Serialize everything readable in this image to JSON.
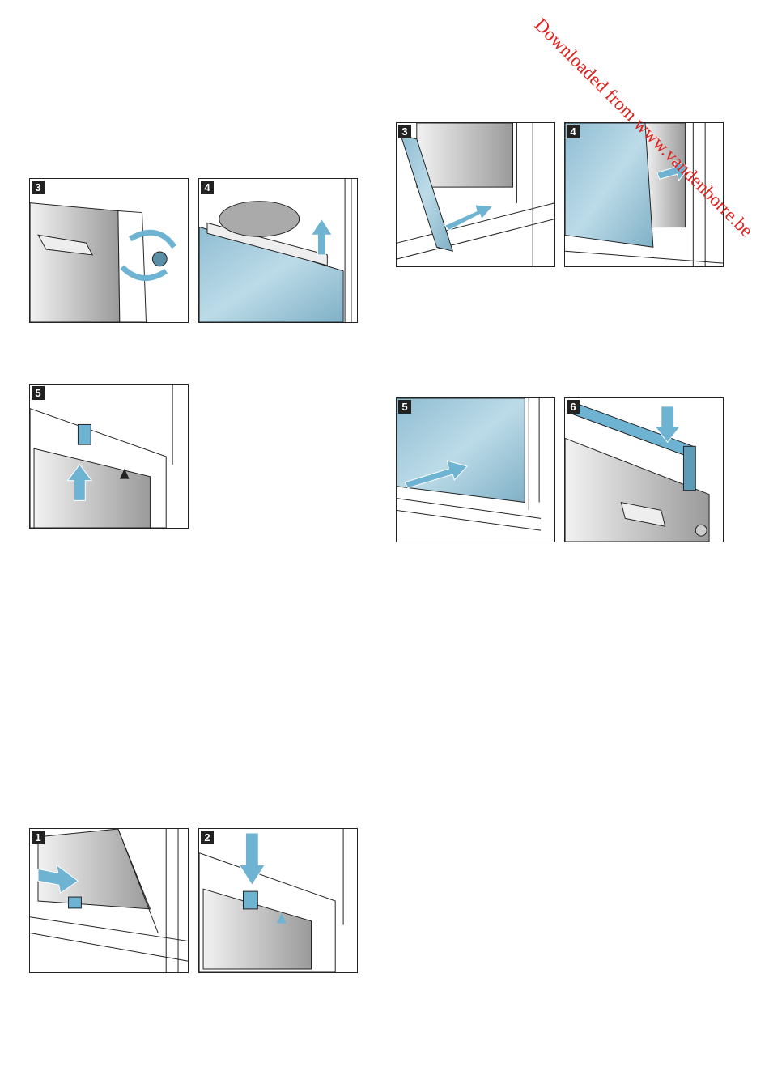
{
  "watermark": "Downloaded from www.vandenborre.be",
  "colors": {
    "accent": "#6fb3d2",
    "glass": "#a9cfe0",
    "watermark": "#e0201b"
  },
  "sections": [
    {
      "name": "remove-door-cover",
      "figures": [
        {
          "step": "3",
          "icon": "screw-rotate-arrow"
        },
        {
          "step": "4",
          "icon": "cloth-lift-arrow"
        }
      ]
    },
    {
      "name": "unclip",
      "figures": [
        {
          "step": "5",
          "icon": "clip-up-arrow"
        }
      ]
    },
    {
      "name": "insert-glass",
      "figures": [
        {
          "step": "3",
          "icon": "glass-insert-arrow"
        },
        {
          "step": "4",
          "icon": "glass-push-arrow"
        }
      ]
    },
    {
      "name": "refit-cover",
      "figures": [
        {
          "step": "5",
          "icon": "glass-slide-arrow"
        },
        {
          "step": "6",
          "icon": "cover-press-arrow"
        }
      ]
    },
    {
      "name": "fit-clips",
      "figures": [
        {
          "step": "1",
          "icon": "clip-insert-arrow"
        },
        {
          "step": "2",
          "icon": "clip-press-arrow"
        }
      ]
    }
  ]
}
